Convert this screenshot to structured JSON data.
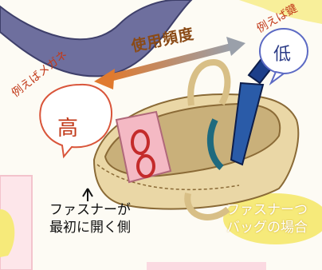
{
  "illustration": {
    "frequency_label": "使用頻度",
    "left_example": "例えばメガネ",
    "right_example": "例えば鍵",
    "high_label": "高",
    "low_label": "低",
    "zipper_open_side": [
      "ファスナーが",
      "最初に開く側"
    ],
    "zipper_bag_case": [
      "ファスナーつ",
      "バッグの場合"
    ]
  },
  "colors": {
    "bubble_high_border": "#d9553a",
    "bubble_low_border": "#5c6ac4",
    "arrow_orange": "#e07a2e",
    "arrow_gray": "#9aa0aa",
    "bag": "#e8d5a8",
    "highlight_yellow": "#f6ea7a",
    "pink_pouch": "#f4b9c4"
  }
}
